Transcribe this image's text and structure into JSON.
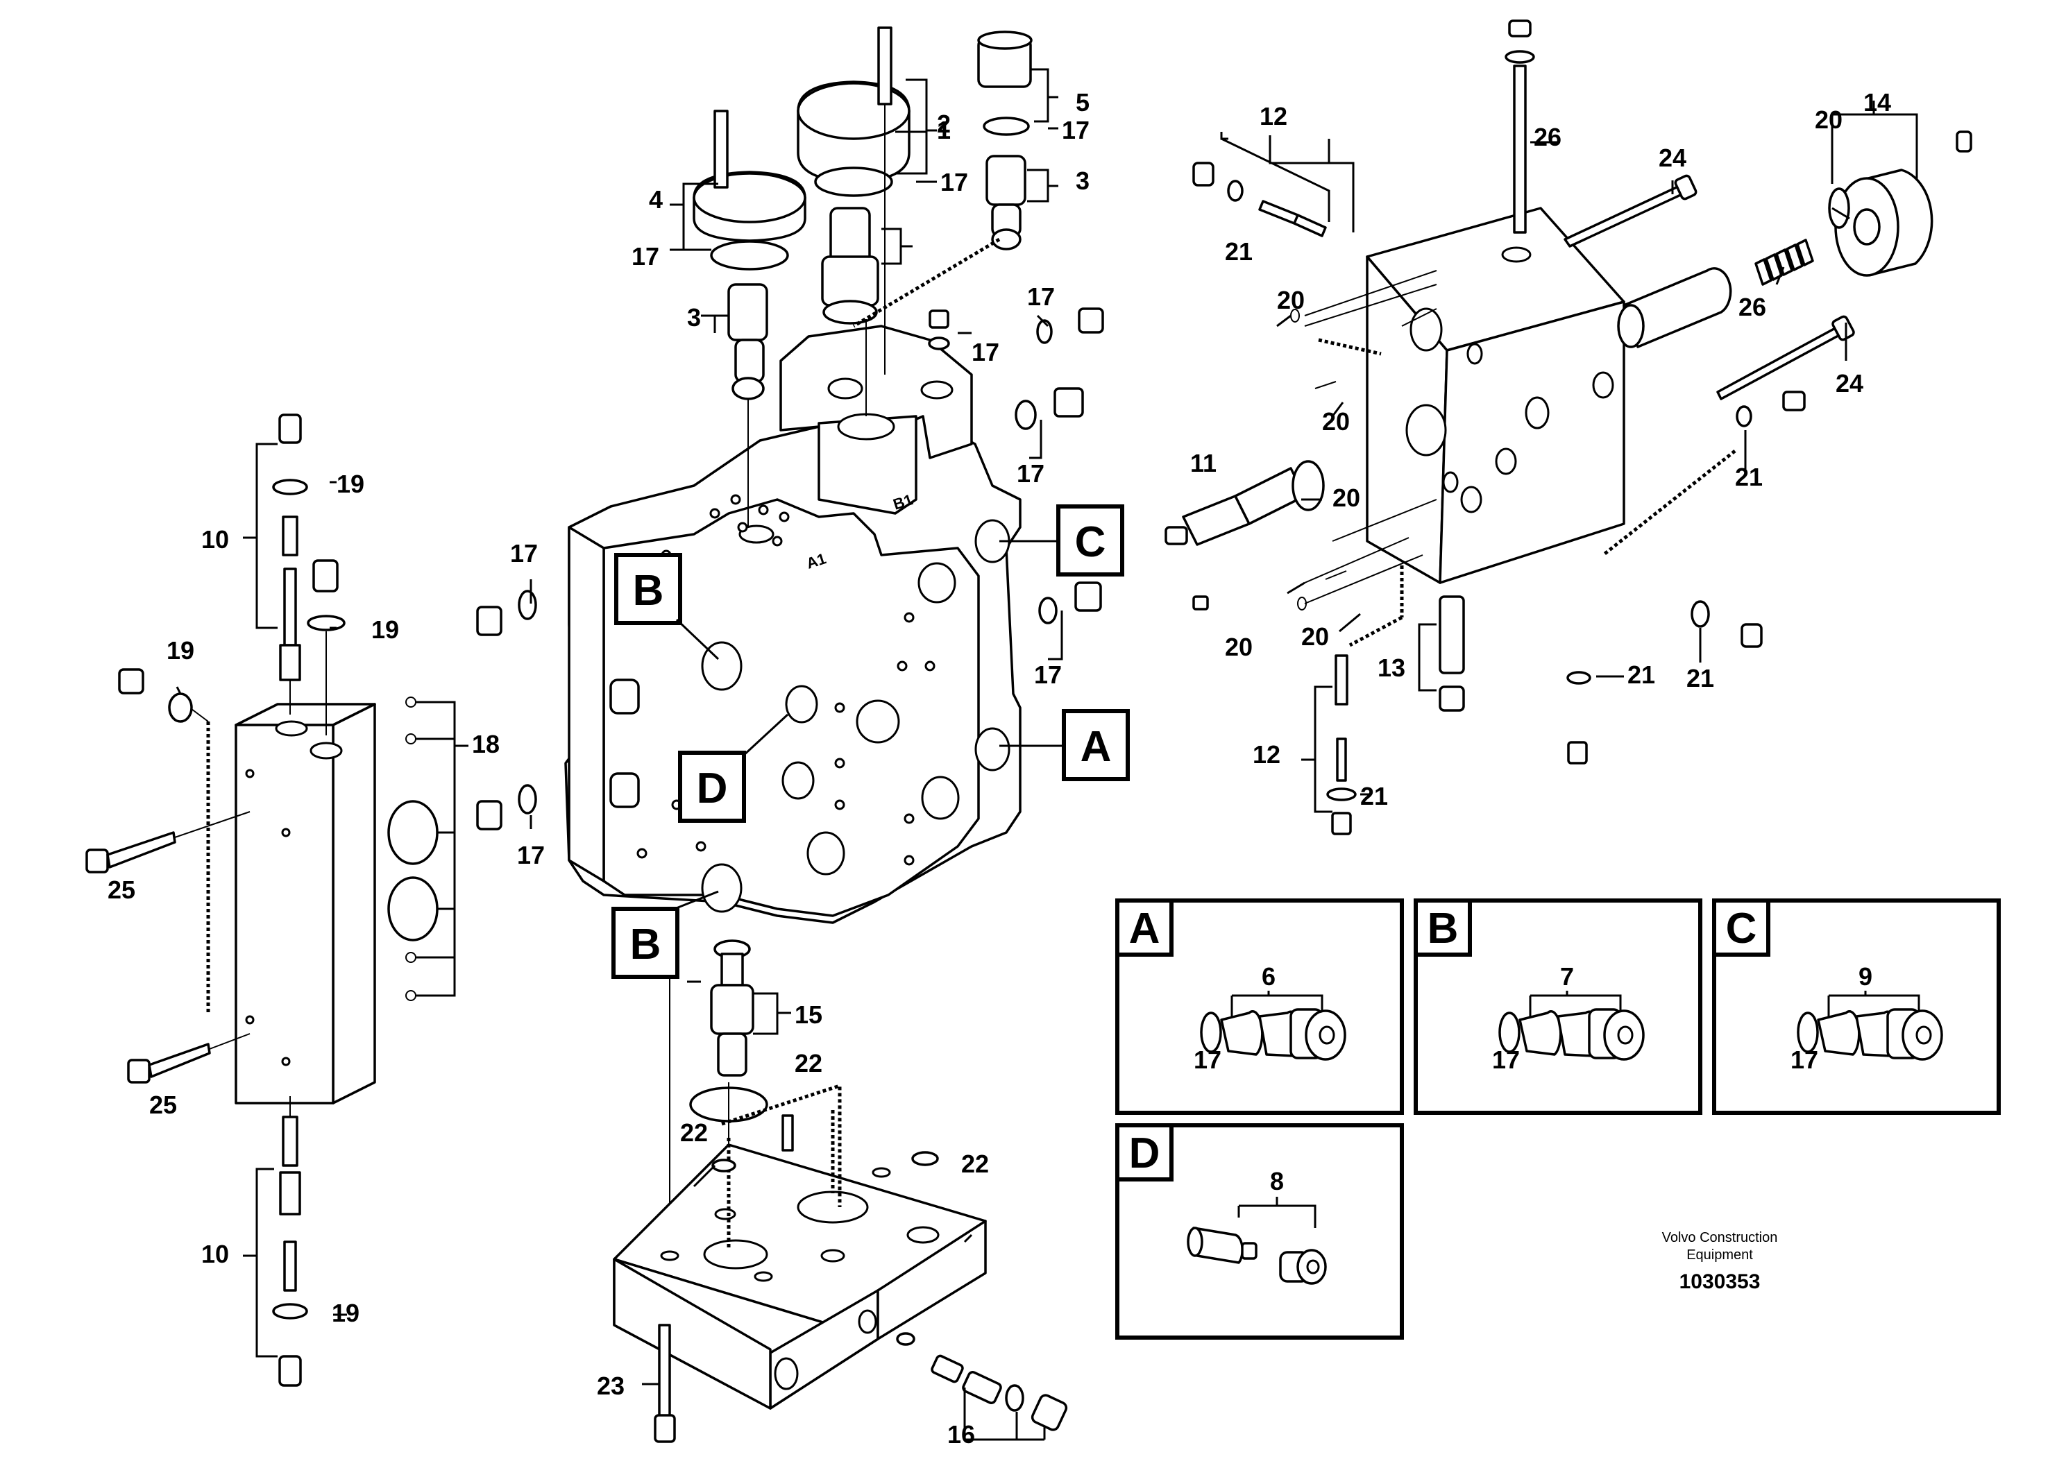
{
  "callouts": {
    "c1": "1",
    "c2": "2",
    "c3a": "3",
    "c3b": "3",
    "c4": "4",
    "c5": "5",
    "c10a": "10",
    "c10b": "10",
    "c11": "11",
    "c12a": "12",
    "c12b": "12",
    "c13": "13",
    "c14": "14",
    "c15": "15",
    "c16": "16",
    "c17a": "17",
    "c17b": "17",
    "c17c": "17",
    "c17d": "17",
    "c17e": "17",
    "c17f": "17",
    "c17g": "17",
    "c17h": "17",
    "c17i": "17",
    "c18": "18",
    "c19a": "19",
    "c19b": "19",
    "c19c": "19",
    "c19d": "19",
    "c20a": "20",
    "c20b": "20",
    "c20c": "20",
    "c20d": "20",
    "c20e": "20",
    "c20f": "20",
    "c21a": "21",
    "c21b": "21",
    "c21c": "21",
    "c21d": "21",
    "c21e": "21",
    "c22a": "22",
    "c22b": "22",
    "c22c": "22",
    "c23": "23",
    "c24a": "24",
    "c24b": "24",
    "c25a": "25",
    "c25b": "25",
    "c26a": "26",
    "c26b": "26"
  },
  "section_refs": {
    "A": "A",
    "B1": "B",
    "B2": "B",
    "C": "C",
    "D": "D"
  },
  "detail_panels": [
    {
      "letter": "A",
      "part": "6",
      "seal": "17"
    },
    {
      "letter": "B",
      "part": "7",
      "seal": "17"
    },
    {
      "letter": "C",
      "part": "9",
      "seal": "17"
    },
    {
      "letter": "D",
      "part": "8"
    }
  ],
  "port_marks": {
    "a1": "A1",
    "b1": "B1"
  },
  "caption": {
    "line1": "Volvo Construction",
    "line2": "Equipment",
    "figure_number": "1030353"
  }
}
